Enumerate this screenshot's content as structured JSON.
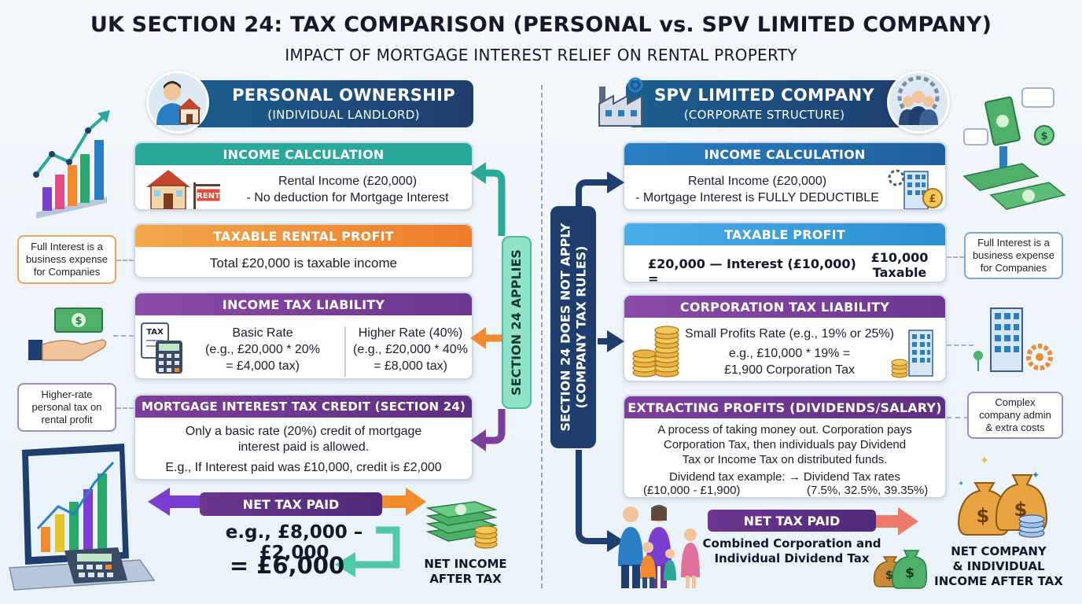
{
  "title": "UK SECTION 24: TAX COMPARISON (PERSONAL vs. SPV LIMITED COMPANY)",
  "subtitle": "IMPACT OF MORTGAGE INTEREST RELIEF ON RENTAL PROPERTY",
  "colors": {
    "navy": "#1f3d6d",
    "teal": "#2aa89a",
    "orange": "#f08a2c",
    "purple": "#7a3f9a",
    "blue": "#2a7fc4",
    "green_pill": "#8fe3c8"
  },
  "personal": {
    "banner_title": "PERSONAL OWNERSHIP",
    "banner_sub": "(INDIVIDUAL LANDLORD)",
    "income": {
      "header": "INCOME CALCULATION",
      "line1": "Rental Income (£20,000)",
      "line2": "- No deduction for Mortgage Interest",
      "sign": "RENT"
    },
    "taxable": {
      "header": "TAXABLE RENTAL PROFIT",
      "line1": "Total £20,000 is taxable income"
    },
    "liability": {
      "header": "INCOME TAX LIABILITY",
      "icon_label": "TAX",
      "basic_title": "Basic Rate",
      "basic_l1": "(e.g., £20,000 * 20%",
      "basic_l2": "= £4,000 tax)",
      "higher_title": "Higher Rate (40%)",
      "higher_l1": "(e.g., £20,000 * 40%",
      "higher_l2": "= £8,000 tax)"
    },
    "credit": {
      "header": "MORTGAGE INTEREST TAX CREDIT (SECTION 24)",
      "line1": "Only a basic rate (20%) credit of mortgage",
      "line2": "interest paid is allowed.",
      "line3": "E.g., If Interest paid was £10,000, credit is £2,000"
    },
    "net": {
      "pill": "NET TAX PAID",
      "calc": "e.g., £8,000 – £2,000",
      "result": "= £6,000",
      "caption_l1": "NET INCOME",
      "caption_l2": "AFTER TAX"
    },
    "section_label": "SECTION 24 APPLIES",
    "callout_top": [
      "Full Interest is a",
      "business expense",
      "for Companies"
    ],
    "callout_bottom": [
      "Higher-rate",
      "personal tax on",
      "rental profit"
    ]
  },
  "company": {
    "banner_title": "SPV LIMITED COMPANY",
    "banner_sub": "(CORPORATE STRUCTURE)",
    "income": {
      "header": "INCOME CALCULATION",
      "line1": "Rental Income (£20,000)",
      "line2": "- Mortgage Interest is FULLY DEDUCTIBLE"
    },
    "taxable": {
      "header": "TAXABLE PROFIT",
      "left": "£20,000 — Interest (£10,000) =",
      "right_l1": "£10,000",
      "right_l2": "Taxable Profit"
    },
    "corp": {
      "header": "CORPORATION TAX LIABILITY",
      "line1": "Small Profits Rate (e.g., 19% or 25%)",
      "line2": "e.g., £10,000 * 19% =",
      "line3": "£1,900 Corporation Tax"
    },
    "extract": {
      "header": "EXTRACTING PROFITS (DIVIDENDS/SALARY)",
      "line1": "A process of taking money out. Corporation pays",
      "line2": "Corporation Tax, then individuals pay Dividend",
      "line3": "Tax or Income Tax on distributed funds.",
      "line4": "Dividend tax example: → Dividend Tax rates",
      "line5a": "(£10,000 - £1,900)",
      "line5b": "(7.5%, 32.5%, 39.35%)"
    },
    "net": {
      "pill": "NET TAX PAID",
      "line1": "Combined Corporation and",
      "line2": "Individual Dividend Tax",
      "caption_l1": "NET COMPANY",
      "caption_l2": "& INDIVIDUAL",
      "caption_l3": "INCOME AFTER TAX"
    },
    "section_label_l1": "SECTION 24 DOES NOT APPLY",
    "section_label_l2": "(COMPANY TAX RULES)",
    "callout_top": [
      "Full Interest is a",
      "business expense",
      "for Companies"
    ],
    "callout_bottom": [
      "Complex",
      "company admin",
      "& extra costs"
    ]
  }
}
